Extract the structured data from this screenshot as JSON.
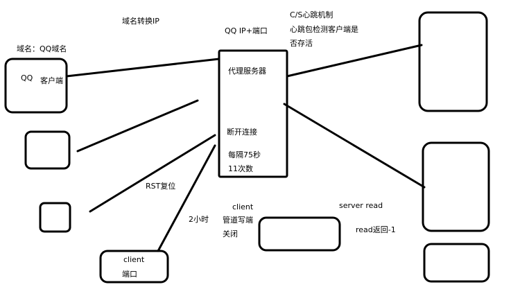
{
  "labels": {
    "domain_to_ip": "域名转换IP",
    "domain_name": "域名：QQ域名",
    "qq_ip_port": "QQ  IP+端口",
    "cs_heartbeat": "C/S心跳机制",
    "heartbeat_detect": "心跳包检测客户端是",
    "is_alive": "否存活",
    "qq": "QQ",
    "client_side": "客户端",
    "proxy_server": "代理服务器",
    "disconnect": "断开连接",
    "every_75s": "每隔75秒",
    "count_11": "11次数",
    "rst_reset": "RST复位",
    "two_hours": "2小时",
    "client_mid": "client",
    "pipe_write_end": "管道写端",
    "closed": "关闭",
    "server_read": "server read",
    "read_return": "read返回-1",
    "client_bottom": "client",
    "port": "端口"
  }
}
